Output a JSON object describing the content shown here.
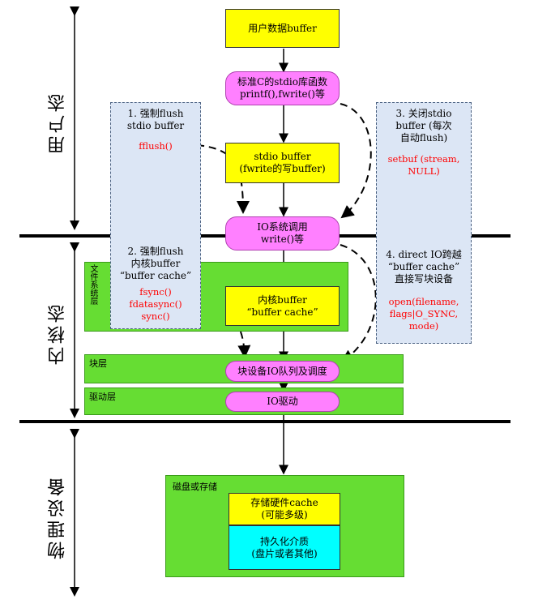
{
  "sections": {
    "user": "用户态",
    "kernel": "内核态",
    "physical": "物理设备"
  },
  "boxes": {
    "user_buffer": "用户数据buffer",
    "stdio_lib": "标准C的stdio库函数\nprintf(),fwrite()等",
    "stdio_buffer": "stdio buffer\n(fwrite的写buffer)",
    "io_syscall": "IO系统调用\nwrite()等",
    "kernel_buffer": "内核buffer\n“buffer cache”",
    "block_queue": "块设备IO队列及调度",
    "io_driver": "IO驱动",
    "storage_cache": "存储硬件cache\n(可能多级)",
    "persistent_media": "持久化介质\n(盘片或者其他)"
  },
  "layers": {
    "filesystem": "文件系统层",
    "block": "块层",
    "driver": "驱动层",
    "disk": "磁盘或存储"
  },
  "notes": {
    "n1_title": "1. 强制flush\nstdio buffer",
    "n1_func": "fflush()",
    "n2_title": "2. 强制flush\n内核buffer\n“buffer cache”",
    "n2_func": "fsync()\nfdatasync()\nsync()",
    "n3_title": "3. 关闭stdio\nbuffer (每次\n自动flush)",
    "n3_func": "setbuf (stream,\nNULL)",
    "n4_title": "4. direct IO跨越\n“buffer cache”\n直接写块设备",
    "n4_func": "open(filename,\nflags|O_SYNC,\nmode)"
  }
}
